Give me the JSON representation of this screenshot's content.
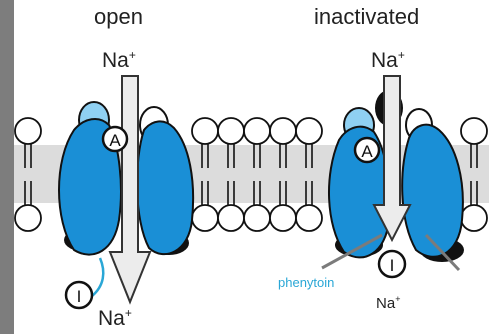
{
  "panels": {
    "open": {
      "title": "open",
      "ion_top": "Na",
      "ion_top_charge": "+",
      "ion_bottom": "Na",
      "ion_bottom_charge": "+",
      "gate_a": "A",
      "gate_i": "I"
    },
    "inactivated": {
      "title": "inactivated",
      "ion_top": "Na",
      "ion_top_charge": "+",
      "ion_bottom": "Na",
      "ion_bottom_charge": "+",
      "gate_a": "A",
      "gate_i": "I",
      "drug": "phenytoin"
    }
  },
  "colors": {
    "channel": "#1a8fd6",
    "channel_light": "#8fd0f2",
    "membrane": "#dcdcdc",
    "drug": "#2aa7d6",
    "frame": "#7d7d7d"
  }
}
